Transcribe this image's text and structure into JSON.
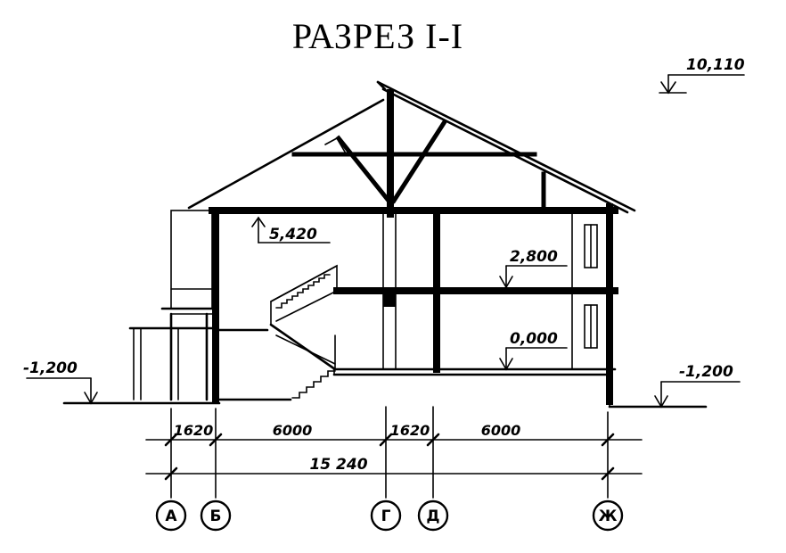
{
  "title": "РАЗРЕЗ I-I",
  "elevations": {
    "ridge": "10,110",
    "floor2_ceiling": "5,420",
    "floor2": "2,800",
    "floor1": "0,000",
    "ground_left": "-1,200",
    "ground_right": "-1,200"
  },
  "dimensions": {
    "seg1": "1620",
    "seg2": "6000",
    "seg3": "1620",
    "seg4": "6000",
    "total": "15 240"
  },
  "axes": [
    "А",
    "Б",
    "Г",
    "Д",
    "Ж"
  ]
}
